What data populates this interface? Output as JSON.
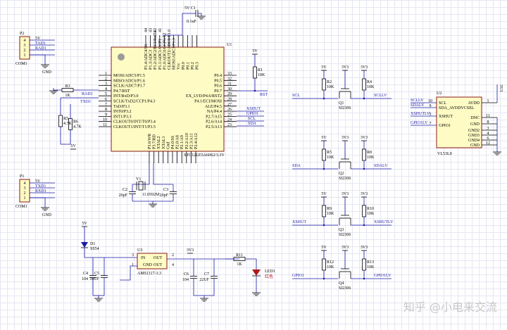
{
  "mcu": {
    "ref": "U1",
    "part": "STC12LE5A60S2/3.3V",
    "left_pins": [
      {
        "n": "1",
        "t": "MOSI/ADC5/P1.5"
      },
      {
        "n": "2",
        "t": "MISO/ADC6/P1.6"
      },
      {
        "n": "3",
        "t": "SCLK/ADC7/P1.7"
      },
      {
        "n": "4",
        "t": "P4.7/RST"
      },
      {
        "n": "5",
        "t": "INT/RxD/P3.0"
      },
      {
        "n": "6",
        "t": "SCLK/TxD2/CCP1/P4.3"
      },
      {
        "n": "7",
        "t": "TxD/P3.1"
      },
      {
        "n": "8",
        "t": "INT0/P3.2"
      },
      {
        "n": "9",
        "t": "INT1/P3.3"
      },
      {
        "n": "10",
        "t": "CLKOUT0/INT/T0/P3.4"
      },
      {
        "n": "11",
        "t": "CLKOUT1/INT/T1/P3.5"
      }
    ],
    "right_pins": [
      {
        "n": "33",
        "t": "P0.4"
      },
      {
        "n": "32",
        "t": "P0.5"
      },
      {
        "n": "31",
        "t": "P0.6"
      },
      {
        "n": "30",
        "t": "P0.7"
      },
      {
        "n": "29",
        "t": "EX_LVD/P4.6/RST2"
      },
      {
        "n": "28",
        "t": "P4.1/ECI/MOSI"
      },
      {
        "n": "27",
        "t": "ALE/P4.5"
      },
      {
        "n": "26",
        "t": "NA/P4.4"
      },
      {
        "n": "25",
        "t": "P2.7/A15"
      },
      {
        "n": "24",
        "t": "P2.6/A14"
      },
      {
        "n": "23",
        "t": "P2.5/A13"
      }
    ],
    "top_pins": [
      "P1.4/ADC4/SS",
      "P1.3/ADC3",
      "P1.2/ADC2/ECI/RxD2",
      "P1.1/ADC1/CCP1",
      "P1.0/ADC0/CCP0/T2",
      "CLKOUT2/ADC0/P1.0",
      "MOSI/ADC3/P1.3",
      "Vcc",
      "P0.0",
      "P0.1",
      "P0.2",
      "P0.3"
    ],
    "bottom_pins": [
      "P3.6/WR",
      "P3.7/RD",
      "XTAL2",
      "XTAL1",
      "Gnd",
      "P4.0/SS",
      "P2.0/A8",
      "P2.1/A9",
      "P2.2/A10",
      "P2.3/A11",
      "P2.4/A12"
    ],
    "top_nums": [
      "44",
      "43",
      "42",
      "41"
    ],
    "left_nets": [
      "RAD1",
      "TXD1"
    ],
    "right_nets": [
      "RST",
      "XSHUT",
      "GPIO1",
      "SCL",
      "SDA"
    ]
  },
  "connectors": [
    {
      "ref": "P2",
      "name": "COM1",
      "pins": [
        "4",
        "3",
        "2",
        "1"
      ],
      "nets": [
        "5V",
        "TAD1",
        "RAD1"
      ],
      "gnd": "GND"
    },
    {
      "ref": "P1",
      "name": "COM1",
      "pins": [
        "4",
        "3",
        "2",
        "1"
      ],
      "nets": [
        "5V",
        "TXD1",
        "RXD1"
      ],
      "gnd": "GND"
    }
  ],
  "decoupling": {
    "supply": "5V",
    "ref": "C1",
    "value": "0.1uF"
  },
  "resistors": {
    "r1": {
      "ref": "R1",
      "value": "10K",
      "supply": "5V"
    },
    "r3": {
      "ref": "R3",
      "value": "1K",
      "net": "RAD1"
    },
    "r5": {
      "ref": "R5",
      "value": "4.7K"
    },
    "r6": {
      "ref": "R6",
      "value": "4.7K"
    },
    "r56_net": "TXD1",
    "r56_supply": "5V"
  },
  "crystal": {
    "y1": "Y1",
    "freq": "11.0592M",
    "c2": "C2",
    "c2v": "20pF",
    "c3": "C3",
    "c3v": "20pF"
  },
  "level_shifters": [
    {
      "net_in": "SCL",
      "net_out": "SCLLV",
      "hv": "5V",
      "lv": "3V3",
      "r_a": "R2",
      "r_b": "R4",
      "rv": "10K",
      "q": "Q1",
      "part": "SI2306"
    },
    {
      "net_in": "SDA",
      "net_out": "SDALV",
      "hv": "5V",
      "lv": "3V3",
      "r_a": "R5",
      "r_b": "R8",
      "rv": "10K",
      "q": "Q2",
      "part": "SI2306"
    },
    {
      "net_in": "XSHUT",
      "net_out": "XSHUTLV",
      "hv": "5V",
      "lv": "3V3",
      "r_a": "R9",
      "r_b": "R10",
      "rv": "10K",
      "q": "Q3",
      "part": "SI2306"
    },
    {
      "net_in": "GPIO1",
      "net_out": "GPIO1LV",
      "hv": "5V",
      "lv": "3V3",
      "r_a": "R12",
      "r_b": "R13",
      "rv": "10K",
      "q": "Q4",
      "part": "SI2306"
    }
  ],
  "sensor": {
    "ref": "U2",
    "part": "VL53L0",
    "left": [
      {
        "n": "10",
        "t": "SCL",
        "net": "SCLLV"
      },
      {
        "n": "9",
        "t": "SDA_AVDDVCSEL",
        "net": "SDALV"
      },
      {
        "n": "5",
        "t": "XSHUT",
        "net": "XSHUTLV"
      },
      {
        "n": "7",
        "t": "GPIO1",
        "net": "GPIO1LV"
      }
    ],
    "right": [
      {
        "n": "1",
        "t": "AVDD"
      },
      {
        "n": "11",
        "t": "DNC"
      },
      {
        "n": "8",
        "t": "GND"
      },
      {
        "n": "3",
        "t": "GND2"
      },
      {
        "n": "4",
        "t": "GND3"
      },
      {
        "n": "6",
        "t": "GND4"
      },
      {
        "n": "12",
        "t": "GND"
      }
    ],
    "supply": "3V3"
  },
  "regulator": {
    "supply": "5V",
    "d1": "D1",
    "d1part": "SS54",
    "u3": "U3",
    "part": "AMS1117-3.3",
    "in": "IN",
    "out": "OUT",
    "gnd": "GND",
    "out2": "OUT",
    "pin3": "3",
    "pin2": "2",
    "pin4": "4",
    "pin1": "1",
    "c4": "C4",
    "c4v": "104",
    "c5": "C5",
    "c5v": "10UF",
    "c6": "C6",
    "c6v": "104",
    "c7": "C7",
    "c7v": "22UF",
    "out_net": "3V3",
    "r11": "R11",
    "r11v": "1K",
    "led": "LED1",
    "ledv": "红色"
  },
  "watermark": "知乎 @小电来交流"
}
